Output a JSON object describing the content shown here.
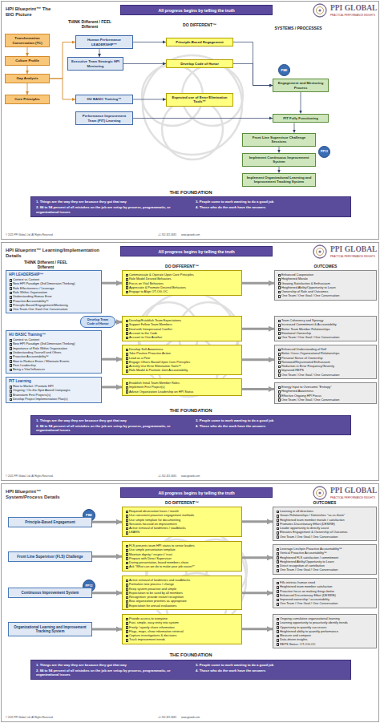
{
  "diagram": {
    "nodes": [
      {
        "text": [
          "HPI Blueprint™ The BIG Picture"
        ]
      },
      {
        "text": [
          "All progress begins by telling the truth"
        ],
        "in": 0
      },
      {
        "text": [
          "Transformation Conversation (TC)"
        ],
        "in": 0
      },
      {
        "text": [
          "Culture Profile"
        ],
        "in": 0
      },
      {
        "text": [
          "Gap Analysis"
        ],
        "in": 0
      },
      {
        "text": [
          "Core Principles"
        ],
        "in": 0
      },
      {
        "text": [
          "Human Performance LEADERSHIP™"
        ],
        "in": 0
      },
      {
        "text": [
          "Executive Team Strategic HPI Mentoring"
        ],
        "in": 0
      },
      {
        "text": [
          "HU BASIC Training™"
        ],
        "in": 0
      },
      {
        "text": [
          "Performance Improvement Team (PIT) Learning"
        ],
        "in": 0
      },
      {
        "text": [
          "Principle-Based Engagement"
        ],
        "in": 0
      },
      {
        "text": [
          "Develop Code of Honor"
        ],
        "in": 0
      },
      {
        "text": [
          "Expected use of Error Elimination Tools™"
        ],
        "in": 0
      },
      {
        "text": [
          "PBE"
        ],
        "in": 0
      },
      {
        "text": [
          "Engagement and Mentoring Process"
        ],
        "in": 0
      },
      {
        "text": [
          "PIT Fully Functioning"
        ],
        "in": 0
      },
      {
        "text": [
          "Front Line Supervisor Challenge Sessions"
        ],
        "in": 0
      },
      {
        "text": [
          "PPCI"
        ],
        "in": 0
      },
      {
        "text": [
          "Implement Continuous Improvement System"
        ],
        "in": 0
      },
      {
        "text": [
          "Implement Organizational Learning and Improvement Tracking System"
        ],
        "in": 0
      },
      {
        "text": [
          "THE FOUNDATION",
          "1. Things are the way they are because they got that way",
          "2. 84 to 94 percent of all mistakes on the job are setup by process, programmatic, or organizational issues",
          "3. People come to work wanting to do a good job",
          "4. Those who do the work have the answers"
        ],
        "in": 0
      },
      {
        "text": [
          "HPI Blueprint™ Learning/Implementation Details"
        ]
      },
      {
        "text": [
          "All progress begins by telling the truth"
        ],
        "in": 21
      },
      {
        "text": [
          "HPI LEADERSHIP™",
          "Context vs Content",
          "New HPI Paradigm (3rd Dimension Thinking)",
          "Role Effectiveness / Leverage",
          "Role Within Organization",
          "Understanding Human Error",
          "Proactive Accountability™",
          "Principle-Based Engagement/Mentoring",
          "One Team-One Goal-One Conversation"
        ],
        "in": 21
      },
      {
        "text": [
          "Develop Team Code of Honor"
        ],
        "in": 21
      },
      {
        "text": [
          "HU BASIC Training™",
          "Context vs Content",
          "New HPI Paradigm (3rd Dimension Thinking)",
          "Importance of Role Within Organization",
          "Understanding Yourself and Others",
          "Proactive Accountability™",
          "How to Reduce Errors / Eliminate Events",
          "Peer Leadership",
          "Being a Vital Influencer"
        ],
        "in": 21
      },
      {
        "text": [
          "PIT Learning",
          "How to Market / Promote HPI",
          "Ongoing / On-the-Spot Award Campaigns",
          "Brainstorm First Projects(s)",
          "Develop Project Implementation Plan(s)"
        ],
        "in": 21
      },
      {
        "text": [
          "Communicate & Operate Upon Core Principles",
          "Role Model Desired Behaviors",
          "Focus on Vital Behaviors",
          "Appreciate & Promote Desired Behaviors",
          "Engage to Align OT-OG-OC"
        ],
        "in": 21
      },
      {
        "text": [
          "Develop/Establish Team Expectations",
          "Support Fellow Team Members",
          "Deal with Interpersonal Conflict",
          "Account to the Code",
          "Account to One Another"
        ],
        "in": 21
      },
      {
        "text": [
          "Develop Self-Awareness",
          "Take Positive Proactive Action",
          "Lead as a Peer",
          "Engage Others Based Upon Core Principles",
          "Actively Use Error Elimination Tools™",
          "Role Model & Promote Joint Accountability"
        ],
        "in": 21
      },
      {
        "text": [
          "Establish Initial Team Member Roles",
          "Implement First Project(s)",
          "Advise Organization Leadership on HPI Status"
        ],
        "in": 21
      },
      {
        "text": [
          "Enhanced Cooperation",
          "Heightened Morale",
          "Growing Satisfaction & Enthusiasm",
          "Heightened Ability/Opportunity to Learn",
          "Ownership of Role and Outcomes",
          "One Team / One Goal / One Conversation"
        ],
        "in": 21
      },
      {
        "text": [
          "Team Coherency and Synergy",
          "Increased Commitment & Accountability",
          "Better Team Member Relationships",
          "Emotional Ownership",
          "One Team / One Goal / One Conversation"
        ],
        "in": 21
      },
      {
        "text": [
          "Enhanced Understanding of Self",
          "Better Cross-Organizational Relationships",
          "Personal Sense of Ownership",
          "Renewed/Rejuvenated Enthusiasm",
          "Reduction in Error Frequency/Severity",
          "Improved REPS",
          "One Team / One Goal / One Conversation"
        ],
        "in": 21
      },
      {
        "text": [
          "Energy Input to Overcome \"Entropy\"",
          "Heightened Awareness",
          "Effective Ongoing HPI Focus",
          "One Team / One Goal / One Conversation"
        ],
        "in": 21
      },
      {
        "text": [
          "THE FOUNDATION",
          "1. Things are the way they are because they got that way",
          "2. 84 to 94 percent of all mistakes on the job are setup by process, programmatic, or organizational issues",
          "3. People come to work wanting to do a good job",
          "4. Those who do the work have the answers"
        ],
        "in": 21
      },
      {
        "text": [
          "HPI Blueprint™ System/Process Details"
        ]
      },
      {
        "text": [
          "All progress begins by telling the truth"
        ],
        "in": 36
      },
      {
        "text": [
          "PBE"
        ],
        "in": 36
      },
      {
        "text": [
          "Principle-Based Engagement"
        ],
        "in": 36
      },
      {
        "text": [
          "Front Line Supervisor (FLS) Challenge"
        ],
        "in": 36
      },
      {
        "text": [
          "PPCI"
        ],
        "in": 36
      },
      {
        "text": [
          "Continuous Improvement System"
        ],
        "in": 36
      },
      {
        "text": [
          "Organizational Learning and Improvement Tracking System"
        ],
        "in": 36
      },
      {
        "text": [
          "Required observation hours / month",
          "Use consistent proactive engagement methods",
          "Use simple template for documenting",
          "Sessions focused on improvement",
          "Active removal of landmines / roadblocks",
          "LEARN"
        ],
        "in": 36
      },
      {
        "text": [
          "FLS presents team HPI status to senior leaders",
          "Use simple presentation template",
          "Maintain dignity / respect / trust",
          "Prepare with Direct Supervisor",
          "During presentation, board members share",
          "Ask \"What can we do to make your job easier?\""
        ],
        "in": 36
      },
      {
        "text": [
          "Active removal of landmines and roadblocks",
          "Formalize new process / change",
          "Keep system proactive and simple",
          "Expectation to be used by all members",
          "Recognition: provide instant recognition",
          "Bias organization priorities as appropriate",
          "Expectation for annual evaluations"
        ],
        "in": 36
      },
      {
        "text": [
          "Provide access to everyone",
          "Fast, simple, easy entry into system",
          "Freely / openly share information",
          "Flags, maps, show information retrieval",
          "Capture investigations & decisions",
          "Track improvement trends"
        ],
        "in": 36
      },
      {
        "text": [
          "Learning in all directions",
          "Grows Relationships / Diminishes \"us-vs-them\"",
          "Heightened team member morale / satisfaction",
          "Promotes Discretionary Effort (DESIRE)",
          "Leader opportunity to directly assist",
          "Elevates Engagement & Ownership of Outcomes",
          "One Team / One Goal / One Conversation"
        ],
        "in": 36
      },
      {
        "text": [
          "Leverage Linchpin Proactive Accountability™",
          "Vertical Proactive Accountability™",
          "Heightened FLS satisfaction / commitment",
          "Heightened Ability/Opportunity to Learn",
          "Direct recognition of contribution",
          "One Team / One Goal / One Conversation"
        ],
        "in": 36
      },
      {
        "text": [
          "Fills intrinsic human need",
          "Heightened team member satisfaction",
          "Proactive focus on making things better",
          "Enhanced Discretionary Effort (DESIRE)",
          "Improved ownership / accountability",
          "One Team / One Goal / One Conversation"
        ],
        "in": 36
      },
      {
        "text": [
          "Ongoing cumulative organizational learning",
          "Learning opportunity to proactively identify trends",
          "Opportunity to quantify successes",
          "Heightened ability to quantify performance",
          "Measure and compare",
          "Data-driven insights",
          "REPS Status: OT-OG-OC"
        ],
        "in": 36
      },
      {
        "text": [
          "THE FOUNDATION",
          "1. Things are the way they are because they got that way",
          "2. 84 to 94 percent of all mistakes on the job are setup by process, programmatic, or organizational issues",
          "3. People come to work wanting to do a good job",
          "4. Those who do the work have the answers"
        ],
        "in": 36
      }
    ],
    "edges": [
      {
        "from": 2,
        "to": 3,
        "arrow": "to"
      },
      {
        "from": 3,
        "to": 4,
        "arrow": "to"
      },
      {
        "from": 4,
        "to": 5,
        "arrow": "to"
      },
      {
        "from": 4,
        "to": 6,
        "arrow": "to"
      },
      {
        "from": 4,
        "to": 8,
        "arrow": "to"
      },
      {
        "from": 6,
        "to": 7,
        "arrow": "to"
      },
      {
        "from": 6,
        "to": 10,
        "arrow": "to"
      },
      {
        "from": 7,
        "to": 11,
        "arrow": "to"
      },
      {
        "from": 8,
        "to": 12,
        "arrow": "to"
      },
      {
        "from": 9,
        "to": 15,
        "arrow": "to"
      },
      {
        "from": 10,
        "to": 14,
        "arrow": "to"
      },
      {
        "from": 11,
        "to": 14,
        "arrow": "to"
      },
      {
        "from": 14,
        "to": 15,
        "arrow": "to"
      },
      {
        "from": 15,
        "to": 16,
        "arrow": "to"
      },
      {
        "from": 16,
        "to": 18,
        "arrow": "to"
      },
      {
        "from": 18,
        "to": 19,
        "arrow": "to"
      },
      {
        "from": 23,
        "to": 27,
        "arrow": "to"
      },
      {
        "from": 24,
        "to": 28,
        "arrow": "to"
      },
      {
        "from": 25,
        "to": 29,
        "arrow": "to"
      },
      {
        "from": 26,
        "to": 30,
        "arrow": "to"
      },
      {
        "from": 27,
        "to": 31,
        "arrow": "to"
      },
      {
        "from": 28,
        "to": 32,
        "arrow": "to"
      },
      {
        "from": 29,
        "to": 33,
        "arrow": "to"
      },
      {
        "from": 30,
        "to": 34,
        "arrow": "to"
      },
      {
        "from": 39,
        "to": 44,
        "arrow": "to"
      },
      {
        "from": 40,
        "to": 45,
        "arrow": "to"
      },
      {
        "from": 42,
        "to": 46,
        "arrow": "to"
      },
      {
        "from": 43,
        "to": 47,
        "arrow": "to"
      },
      {
        "from": 44,
        "to": 48,
        "arrow": "to"
      },
      {
        "from": 45,
        "to": 49,
        "arrow": "to"
      },
      {
        "from": 46,
        "to": 50,
        "arrow": "to"
      },
      {
        "from": 47,
        "to": 51,
        "arrow": "to"
      }
    ],
    "labels": [
      "THINK Different / FEEL Different",
      "DO DIFFERENT™",
      "SYSTEMS / PROCESSES",
      "PPI GLOBAL",
      "PRACTICAL PERFORMANCE INSIGHTS",
      "© 2021 PPI Global, Ltd. All Rights Reserved.",
      "+1-702-321-8081",
      "www.ppiweb.com",
      "THINK Different / FEEL Different",
      "DO DIFFERENT™",
      "OUTCOMES",
      "PPI GLOBAL",
      "PRACTICAL PERFORMANCE INSIGHTS",
      "© 2021 PPI Global, Ltd. All Rights Reserved.",
      "+1-702-321-8081",
      "www.ppiweb.com",
      "DO DIFFERENT™",
      "OUTCOMES",
      "PPI GLOBAL",
      "PRACTICAL PERFORMANCE INSIGHTS",
      "© 2021 PPI Global, Ltd. All Rights Reserved.",
      "+1-702-321-8081",
      "www.ppiweb.com"
    ]
  }
}
